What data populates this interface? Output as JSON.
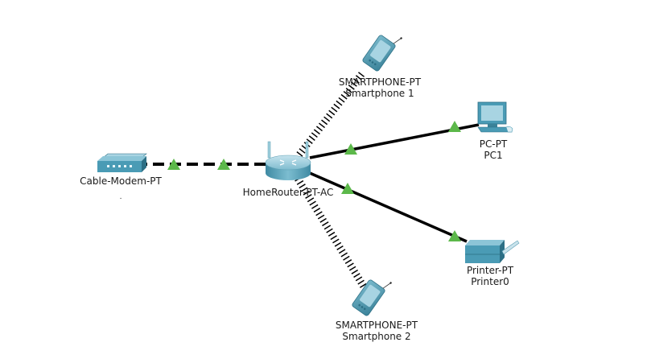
{
  "topology": {
    "devices": [
      {
        "id": "router",
        "model": "HomeRouter-PT-AC",
        "name": ""
      },
      {
        "id": "modem",
        "model": "Cable-Modem-PT",
        "name": "."
      },
      {
        "id": "phone1",
        "model": "SMARTPHONE-PT",
        "name": "Smartphone 1"
      },
      {
        "id": "pc1",
        "model": "PC-PT",
        "name": "PC1"
      },
      {
        "id": "printer0",
        "model": "Printer-PT",
        "name": "Printer0"
      },
      {
        "id": "phone2",
        "model": "SMARTPHONE-PT",
        "name": "Smartphone 2"
      }
    ],
    "links": [
      {
        "from": "router",
        "to": "modem",
        "type": "coaxial-dashed",
        "status": "up"
      },
      {
        "from": "router",
        "to": "pc1",
        "type": "copper-straight",
        "status": "up"
      },
      {
        "from": "router",
        "to": "printer0",
        "type": "copper-straight",
        "status": "up"
      },
      {
        "from": "router",
        "to": "phone1",
        "type": "wireless"
      },
      {
        "from": "router",
        "to": "phone2",
        "type": "wireless"
      }
    ],
    "colors": {
      "link": "#000000",
      "link_up": "#5cb84a",
      "device_body": "#4a9bb5",
      "device_light": "#a8d4e2",
      "device_dark": "#2c6f85"
    }
  }
}
